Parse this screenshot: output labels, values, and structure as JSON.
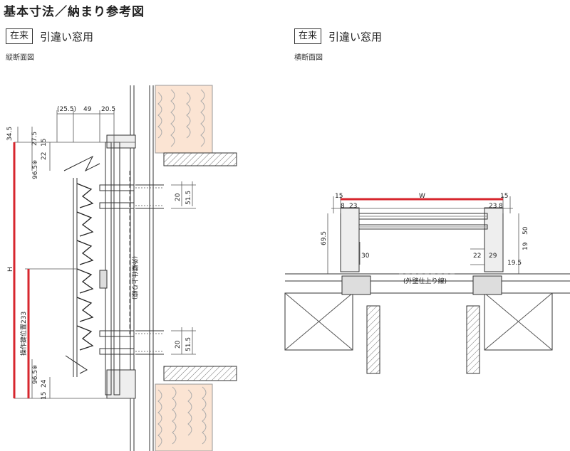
{
  "title": "基本寸法／納まり参考図",
  "left": {
    "badge": "在来",
    "heading": "引違い窓用",
    "view": "縦断面図",
    "dims": {
      "d1": "(25.5)",
      "d2": "49",
      "d3": "20.5",
      "top1": "34.5",
      "top2": "27.5",
      "top3": "22",
      "top4": "15",
      "s1": "96.5※",
      "s2": "96.5※",
      "b1": "15",
      "b2": "24",
      "r20a": "20",
      "r515a": "51.5",
      "r20b": "20",
      "r515b": "51.5",
      "H": "H",
      "handle": "操作鍵位置233"
    },
    "finish_line": "(外壁仕上り線)"
  },
  "right": {
    "badge": "在来",
    "heading": "引違い窓用",
    "view": "横断面図",
    "dims": {
      "w15l": "15",
      "W": "W",
      "w15r": "15",
      "l8": "8",
      "l23": "23",
      "r23": "23",
      "r8": "8",
      "h695": "69.5",
      "h30": "30",
      "h50": "50",
      "h19": "19",
      "h22": "22",
      "h29": "29",
      "h195": "19.5"
    },
    "finish_line": "(外壁仕上り線)"
  },
  "colors": {
    "accent": "#d7262e",
    "line": "#333333",
    "insulation": "#f4c8a8"
  }
}
